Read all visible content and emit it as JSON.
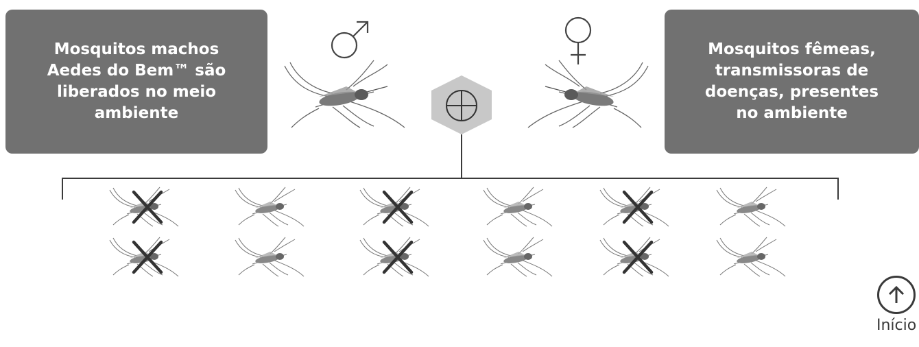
{
  "left_box": {
    "text_lines": [
      "Mosquitos machos",
      "Aedes do Bem™ são",
      "liberados no meio",
      "ambiente"
    ]
  },
  "right_box": {
    "text_lines": [
      "Mosquitos fêmeas,",
      "transmissoras de",
      "doenças, presentes",
      "no ambiente"
    ]
  },
  "symbols": {
    "male": "male-symbol-icon",
    "female": "female-symbol-icon",
    "mating": "plus-circle-icon"
  },
  "offspring": {
    "rows": [
      [
        true,
        false,
        true,
        false,
        true,
        false
      ],
      [
        true,
        false,
        true,
        false,
        true,
        false
      ]
    ]
  },
  "nav": {
    "up_label": "Início"
  },
  "colors": {
    "box": "#717171",
    "hexagon": "#c8c8c8",
    "line": "#3a3a3a"
  }
}
